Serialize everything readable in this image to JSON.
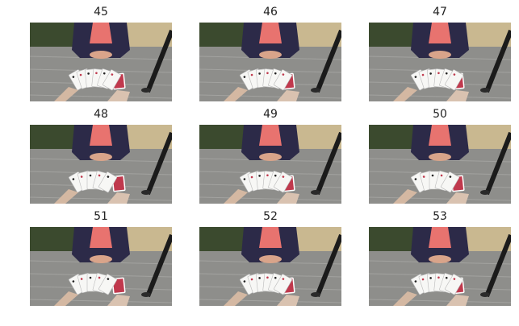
{
  "frames": [
    {
      "title": "45",
      "cards_in_hand": 6,
      "cards_on_table": 1
    },
    {
      "title": "46",
      "cards_in_hand": 6,
      "cards_on_table": 1
    },
    {
      "title": "47",
      "cards_in_hand": 6,
      "cards_on_table": 1
    },
    {
      "title": "48",
      "cards_in_hand": 5,
      "cards_on_table": 1
    },
    {
      "title": "49",
      "cards_in_hand": 6,
      "cards_on_table": 1
    },
    {
      "title": "50",
      "cards_in_hand": 5,
      "cards_on_table": 1
    },
    {
      "title": "51",
      "cards_in_hand": 5,
      "cards_on_table": 1
    },
    {
      "title": "52",
      "cards_in_hand": 6,
      "cards_on_table": 1
    },
    {
      "title": "53",
      "cards_in_hand": 6,
      "cards_on_table": 1
    }
  ],
  "colors": {
    "table": "#8e8e8b",
    "shirt": "#e8736f",
    "jacket": "#2c2a48",
    "foliage": "#3b4a2e",
    "wall": "#c9b890",
    "card_back": "#c0394d",
    "pole": "#1b1b1b"
  }
}
